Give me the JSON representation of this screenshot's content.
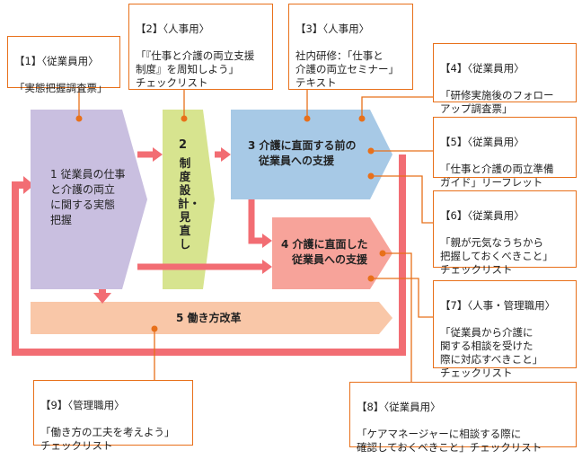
{
  "stages": {
    "s1": {
      "label": "1 従業員の仕事\nと介護の両立\nに関する実態\n把握"
    },
    "s2": {
      "num": "2",
      "label": "制度設計・見直し"
    },
    "s3": {
      "label": "3 介護に直面する前の\n　従業員への支援"
    },
    "s4": {
      "label": "4 介護に直面した\n　従業員への支援"
    },
    "s5": {
      "label": "5 働き方改革"
    }
  },
  "tools": [
    {
      "id": "t1",
      "head": "【1】〈従業員用〉",
      "body": "「実態把握調査票」"
    },
    {
      "id": "t2",
      "head": "【2】〈人事用〉",
      "body": "「『仕事と介護の両立支援\n制度』を周知しよう」\nチェックリスト"
    },
    {
      "id": "t3",
      "head": "【3】〈人事用〉",
      "body": "社内研修：「仕事と\n介護の両立セミナー」\nテキスト"
    },
    {
      "id": "t4",
      "head": "【4】〈従業員用〉",
      "body": "「研修実施後のフォロー\nアップ調査票」"
    },
    {
      "id": "t5",
      "head": "【5】〈従業員用〉",
      "body": "「仕事と介護の両立準備\nガイド」リーフレット"
    },
    {
      "id": "t6",
      "head": "【6】〈従業員用〉",
      "body": "「親が元気なうちから\n把握しておくべきこと」\nチェックリスト"
    },
    {
      "id": "t7",
      "head": "【7】〈人事・管理職用〉",
      "body": "「従業員から介護に\n関する相談を受けた\n際に対応すべきこと」\nチェックリスト"
    },
    {
      "id": "t8",
      "head": "【8】〈従業員用〉",
      "body": "「ケアマネージャーに相談する際に\n確認しておくべきこと」チェックリスト"
    },
    {
      "id": "t9",
      "head": "【9】〈管理職用〉",
      "body": "「働き方の工夫を考えよう」\nチェックリスト"
    }
  ],
  "colors": {
    "stage1": "#c9bfe0",
    "stage2": "#d7e48f",
    "stage3": "#a7c9e6",
    "stage4": "#f7a39a",
    "stage5": "#f9c7a8",
    "arrow": "#f26d73",
    "border": "#e8701a"
  }
}
